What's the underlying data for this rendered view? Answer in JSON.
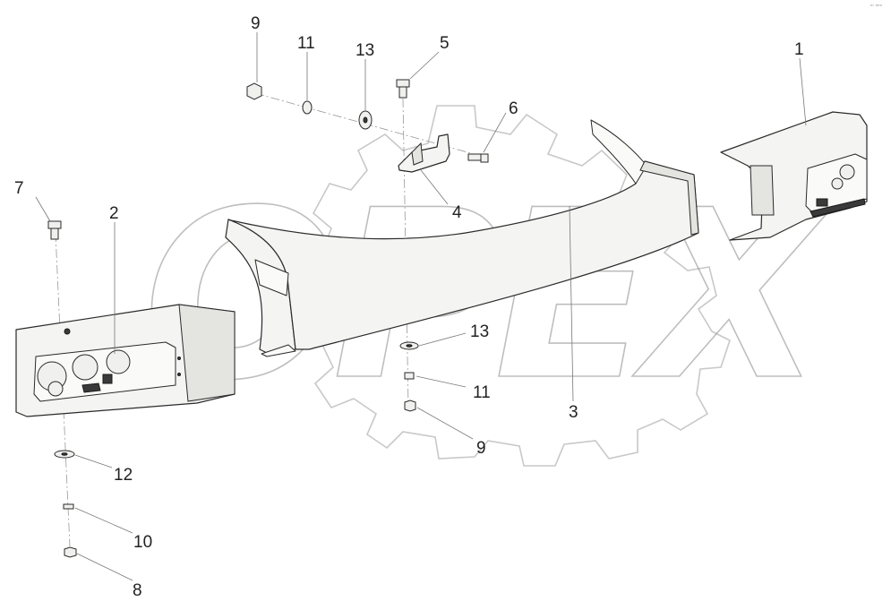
{
  "watermark": {
    "text": "OPEX"
  },
  "corner_text": "ᵐ ᵐᵐ",
  "callouts": [
    {
      "id": "c9a",
      "label": "9"
    },
    {
      "id": "c11a",
      "label": "11"
    },
    {
      "id": "c13a",
      "label": "13"
    },
    {
      "id": "c5",
      "label": "5"
    },
    {
      "id": "c1",
      "label": "1"
    },
    {
      "id": "c6",
      "label": "6"
    },
    {
      "id": "c7",
      "label": "7"
    },
    {
      "id": "c2",
      "label": "2"
    },
    {
      "id": "c4",
      "label": "4"
    },
    {
      "id": "c13b",
      "label": "13"
    },
    {
      "id": "c11b",
      "label": "11"
    },
    {
      "id": "c3",
      "label": "3"
    },
    {
      "id": "c9b",
      "label": "9"
    },
    {
      "id": "c12",
      "label": "12"
    },
    {
      "id": "c10",
      "label": "10"
    },
    {
      "id": "c8",
      "label": "8"
    }
  ]
}
